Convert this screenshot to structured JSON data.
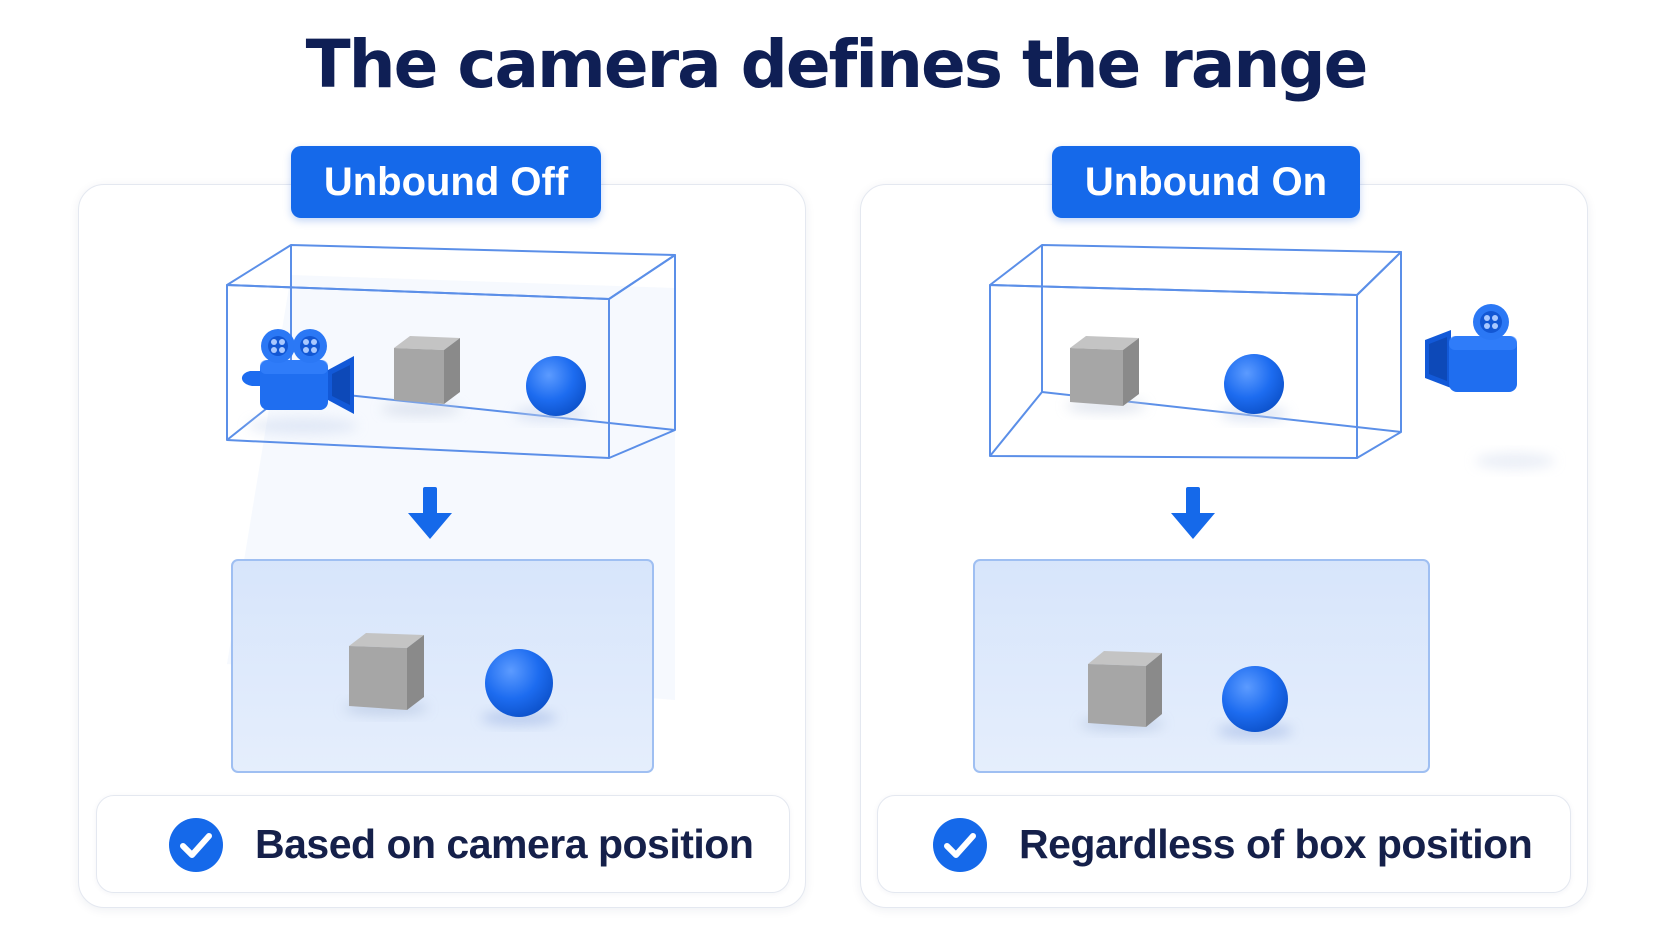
{
  "title": "The camera defines the range",
  "colors": {
    "accent": "#1569ea",
    "title": "#0f1f55",
    "caption_text": "#15204a",
    "object_gray": "#a9a9a9",
    "object_blue": "#1d6cf0",
    "result_panel": "#dbe7fb"
  },
  "panels": [
    {
      "mode_label": "Unbound Off",
      "caption": "Based on camera position",
      "camera_inside_box": true,
      "icons": [
        "bounding-box",
        "camera-icon",
        "cube",
        "sphere",
        "arrow-down-icon",
        "result-view",
        "check-icon"
      ]
    },
    {
      "mode_label": "Unbound On",
      "caption": "Regardless of box position",
      "camera_inside_box": false,
      "icons": [
        "bounding-box",
        "camera-icon",
        "cube",
        "sphere",
        "arrow-down-icon",
        "result-view",
        "check-icon"
      ]
    }
  ]
}
